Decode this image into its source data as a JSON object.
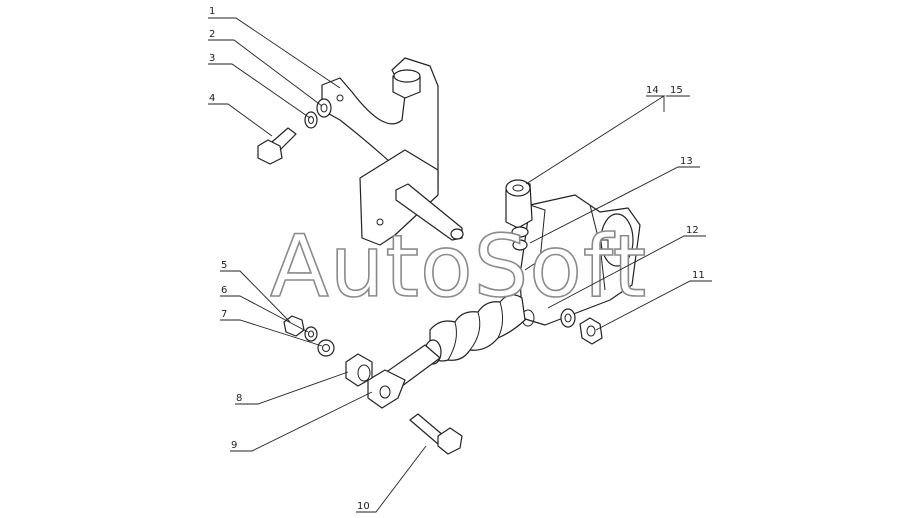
{
  "watermark": "AutoSoft",
  "callouts": [
    "1",
    "2",
    "3",
    "4",
    "5",
    "6",
    "7",
    "8",
    "9",
    "10",
    "11",
    "12",
    "13",
    "14",
    "15"
  ]
}
